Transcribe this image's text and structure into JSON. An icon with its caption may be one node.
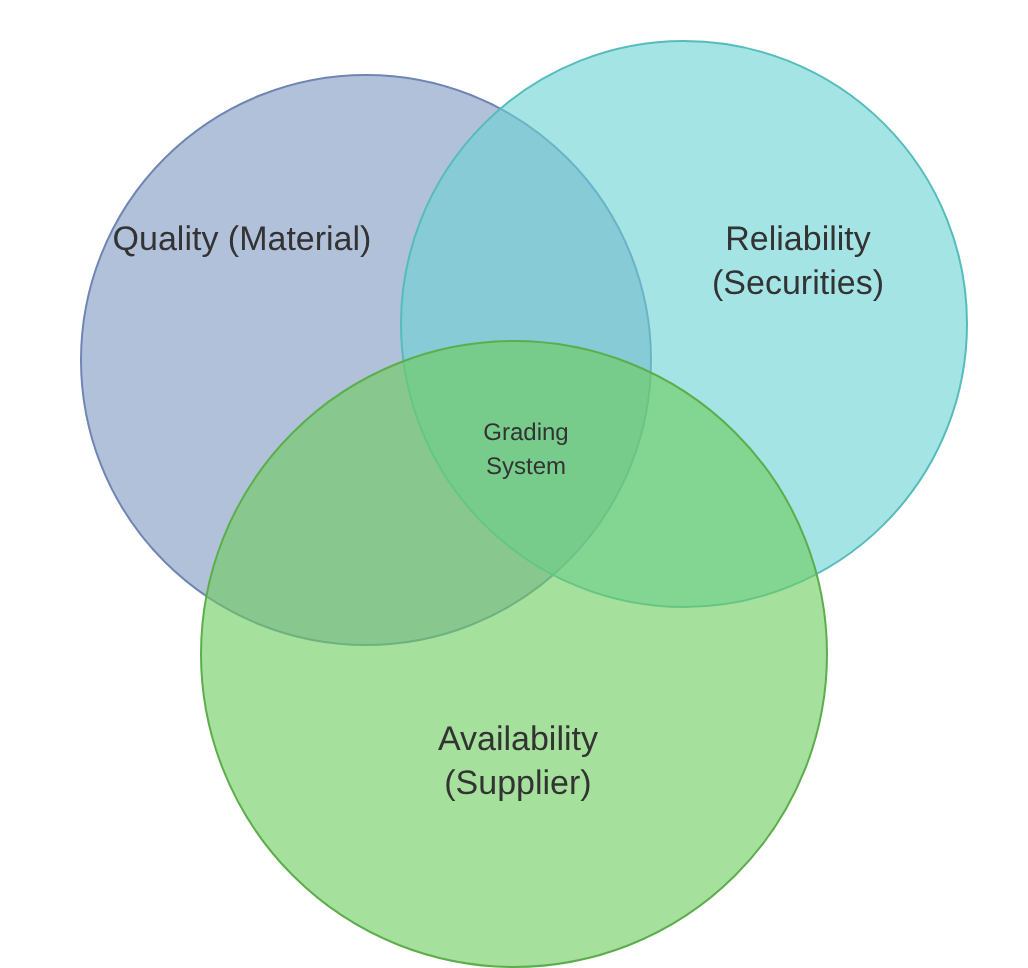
{
  "diagram": {
    "nodes": [
      {
        "text": [
          "Quality (Material)"
        ]
      },
      {
        "text": [
          "Reliability (Securities)"
        ]
      },
      {
        "text": [
          "Availability (Supplier)"
        ]
      }
    ],
    "labels": [
      "Grading System"
    ]
  }
}
